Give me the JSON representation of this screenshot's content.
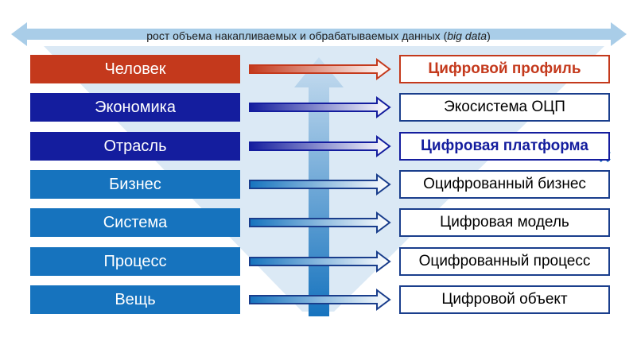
{
  "banner": {
    "text_main": "рост объема накапливаемых и обрабатываемых данных (",
    "text_italic": "big data",
    "text_end": ")"
  },
  "rows": [
    {
      "left": "Человек",
      "right": "Цифровой профиль",
      "style": "red"
    },
    {
      "left": "Экономика",
      "right": "Экосистема ОЦП",
      "style": "navy"
    },
    {
      "left": "Отрасль",
      "right": "Цифровая платформа",
      "style": "navy-strong"
    },
    {
      "left": "Бизнес",
      "right": "Оцифрованный бизнес",
      "style": "blue"
    },
    {
      "left": "Система",
      "right": "Цифровая модель",
      "style": "blue"
    },
    {
      "left": "Процесс",
      "right": "Оцифрованный процесс",
      "style": "blue"
    },
    {
      "left": "Вещь",
      "right": "Цифровой объект",
      "style": "blue"
    }
  ],
  "colors": {
    "red": "#c4391c",
    "navy": "#141d9e",
    "blue": "#1673be",
    "light_blue": "#a9cde8",
    "funnel": "#dbe9f5"
  },
  "icons": {
    "banner": "double-headed-arrow",
    "connector": "right-arrow",
    "center": "up-arrow",
    "platform_badge": "diamond-grid-icon"
  }
}
